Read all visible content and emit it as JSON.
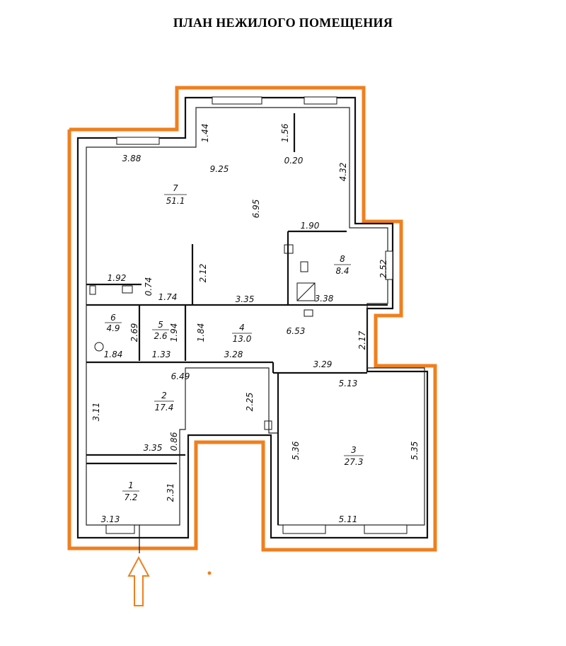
{
  "title": "ПЛАН НЕЖИЛОГО ПОМЕЩЕНИЯ",
  "colors": {
    "outline": "#f07f1e",
    "walls": "#111111"
  },
  "rooms": [
    {
      "number": "7",
      "area": "51.1"
    },
    {
      "number": "8",
      "area": "8.4"
    },
    {
      "number": "6",
      "area": "4.9"
    },
    {
      "number": "5",
      "area": "2.6"
    },
    {
      "number": "4",
      "area": "13.0"
    },
    {
      "number": "2",
      "area": "17.4"
    },
    {
      "number": "3",
      "area": "27.3"
    },
    {
      "number": "1",
      "area": "7.2"
    }
  ],
  "dimensions": [
    "3.88",
    "1.44",
    "9.25",
    "1.56",
    "0.20",
    "4.32",
    "6.95",
    "1.90",
    "2.52",
    "1.92",
    "0.74",
    "1.74",
    "2.12",
    "3.35",
    "3.38",
    "2.69",
    "1.94",
    "1.84",
    "1.84",
    "1.33",
    "3.28",
    "6.53",
    "2.17",
    "3.29",
    "6.49",
    "5.13",
    "3.11",
    "2.25",
    "3.35",
    "0.86",
    "5.36",
    "5.35",
    "2.31",
    "3.13",
    "5.11"
  ],
  "entrance": "entrance-arrow"
}
